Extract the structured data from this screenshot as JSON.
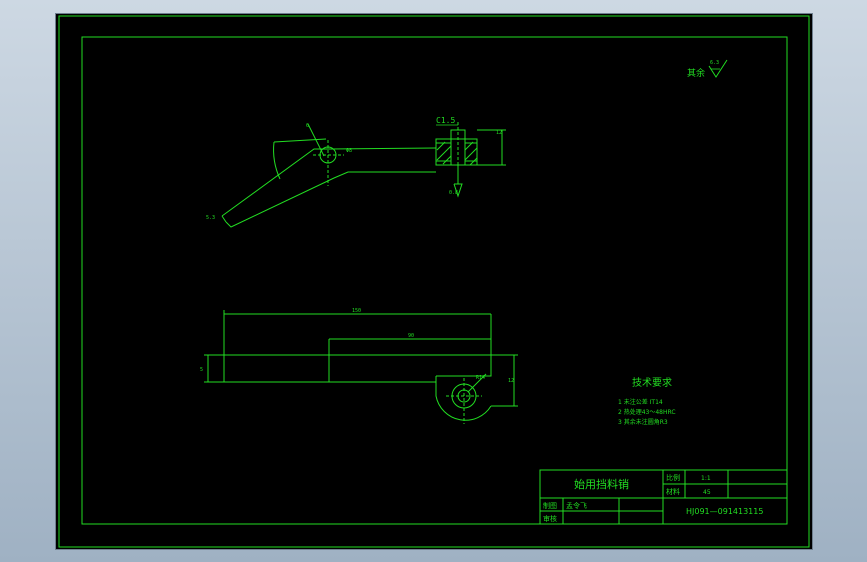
{
  "drawing": {
    "roughness": {
      "label": "其余",
      "value": "6.3"
    },
    "chamfer": "C1.5",
    "top_view": {
      "dim_5_3": "5.3",
      "dim_angle_mark": "6",
      "dim_right_small": "12",
      "dim_vertical": "0.8",
      "note_center": "Φ8"
    },
    "front_view": {
      "dim_overall": "150",
      "dim_inner": "90",
      "dim_height_left": "5",
      "dim_height_right": "12",
      "dim_radius": "R14"
    },
    "tech_requirements": {
      "title": "技术要求",
      "items": [
        "1  未注公差 IT14",
        "2  热处理43～48HRC",
        "3  其余未注圆角R3"
      ]
    }
  },
  "title_block": {
    "part_name": "始用挡料销",
    "scale_label": "比例",
    "scale_value": "1:1",
    "material_label": "材料",
    "material_value": "45",
    "drawn_label": "制图",
    "drawn_name": "孟令飞",
    "checked_label": "审核",
    "drawing_no": "HJ091—091413115"
  }
}
